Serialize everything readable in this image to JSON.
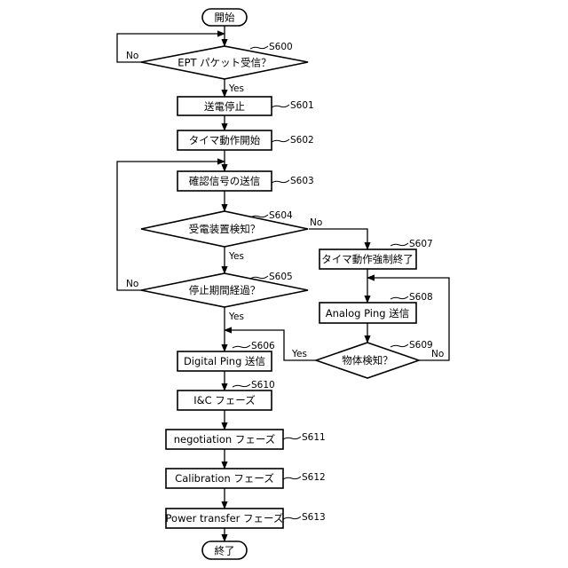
{
  "nodes": {
    "start": "開始",
    "s600": "EPT パケット受信？",
    "s601": "送電停止",
    "s602": "タイマ動作開始",
    "s603": "確認信号の送信",
    "s604": "受電装置検知？",
    "s605": "停止期間経過？",
    "s606": "Digital Ping 送信",
    "s607": "タイマ動作強制終了",
    "s608": "Analog Ping 送信",
    "s609": "物体検知？",
    "s610": "I&C フェーズ",
    "s611": "negotiation フェーズ",
    "s612": "Calibration フェーズ",
    "s613": "Power transfer フェーズ",
    "end": "終了"
  },
  "step_labels": {
    "s600": "S600",
    "s601": "S601",
    "s602": "S602",
    "s603": "S603",
    "s604": "S604",
    "s605": "S605",
    "s606": "S606",
    "s607": "S607",
    "s608": "S608",
    "s609": "S609",
    "s610": "S610",
    "s611": "S611",
    "s612": "S612",
    "s613": "S613"
  },
  "branch_labels": {
    "s600_no": "No",
    "s600_yes": "Yes",
    "s604_no": "No",
    "s604_yes": "Yes",
    "s605_no": "No",
    "s605_yes": "Yes",
    "s609_yes": "Yes",
    "s609_no": "No"
  }
}
